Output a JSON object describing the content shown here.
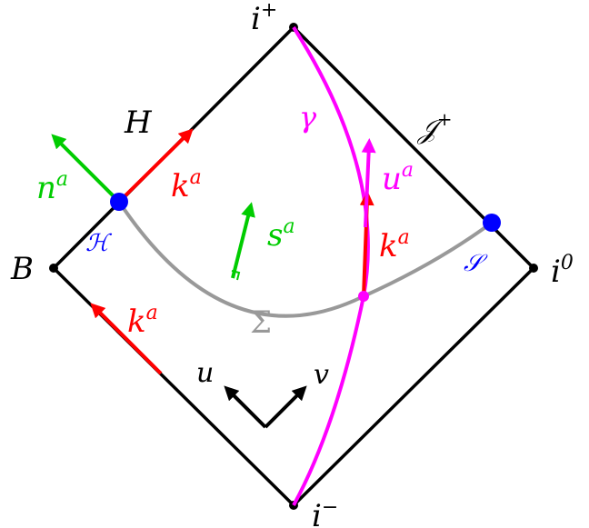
{
  "labels": {
    "i_plus": {
      "base": "i",
      "sup": "+"
    },
    "i_minus": {
      "base": "i",
      "sup": "−"
    },
    "i_zero": {
      "base": "i",
      "sup": "0"
    },
    "H": "H",
    "B": "B",
    "gamma": "γ",
    "scri_plus": {
      "base": "𝒥",
      "sup": "+"
    },
    "n_a": {
      "base": "n",
      "sup": "a"
    },
    "k_a_upper": {
      "base": "k",
      "sup": "a"
    },
    "k_a_center": {
      "base": "k",
      "sup": "a"
    },
    "k_a_lower": {
      "base": "k",
      "sup": "a"
    },
    "u_a": {
      "base": "u",
      "sup": "a"
    },
    "s_a": {
      "base": "s",
      "sup": "a"
    },
    "calH": "ℋ",
    "calS": "𝒮",
    "Sigma": "Σ",
    "u": "u",
    "v": "v"
  },
  "colors": {
    "boundary": "#000000",
    "worldline": "#ff00ff",
    "slice": "#999999",
    "null_vector": "#ff0000",
    "normal_vector": "#00cc00",
    "intersection_points": "#0000ff"
  }
}
